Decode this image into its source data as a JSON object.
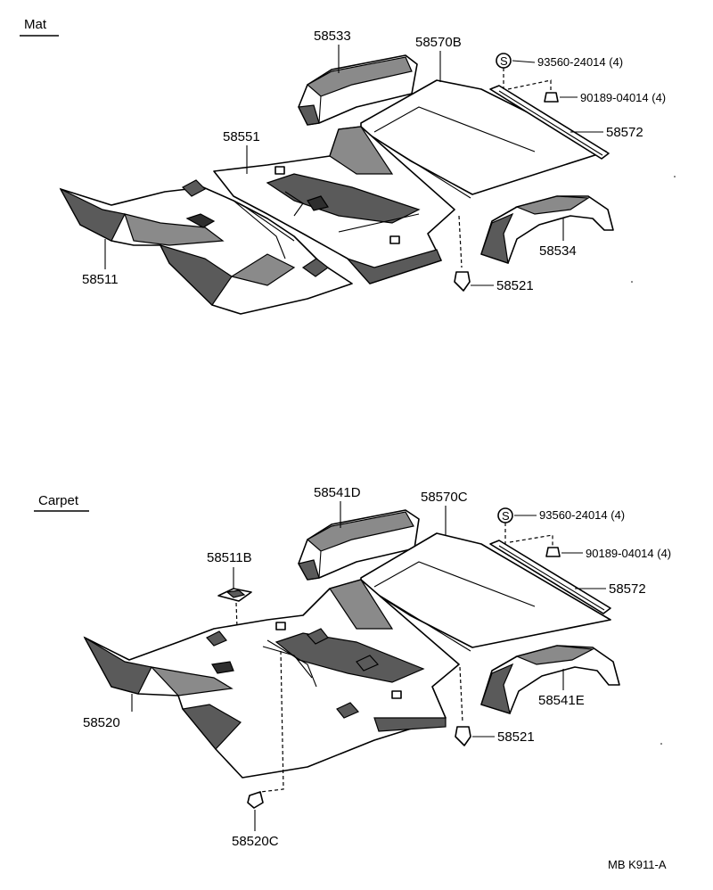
{
  "sections": {
    "mat": {
      "title": "Mat"
    },
    "carpet": {
      "title": "Carpet"
    }
  },
  "mat_parts": {
    "p58533": "58533",
    "p58570b": "58570B",
    "p93560": "93560-24014 (4)",
    "p90189": "90189-04014 (4)",
    "p58572": "58572",
    "p58551": "58551",
    "p58534": "58534",
    "p58511": "58511",
    "p58521": "58521",
    "s_symbol": "S"
  },
  "carpet_parts": {
    "p58541d": "58541D",
    "p58570c": "58570C",
    "p93560": "93560-24014 (4)",
    "p90189": "90189-04014 (4)",
    "p58572": "58572",
    "p58511b": "58511B",
    "p58520": "58520",
    "p58541e": "58541E",
    "p58521": "58521",
    "p58520c": "58520C",
    "s_symbol": "S"
  },
  "footer": {
    "ref_code": "MB  K911-A"
  }
}
